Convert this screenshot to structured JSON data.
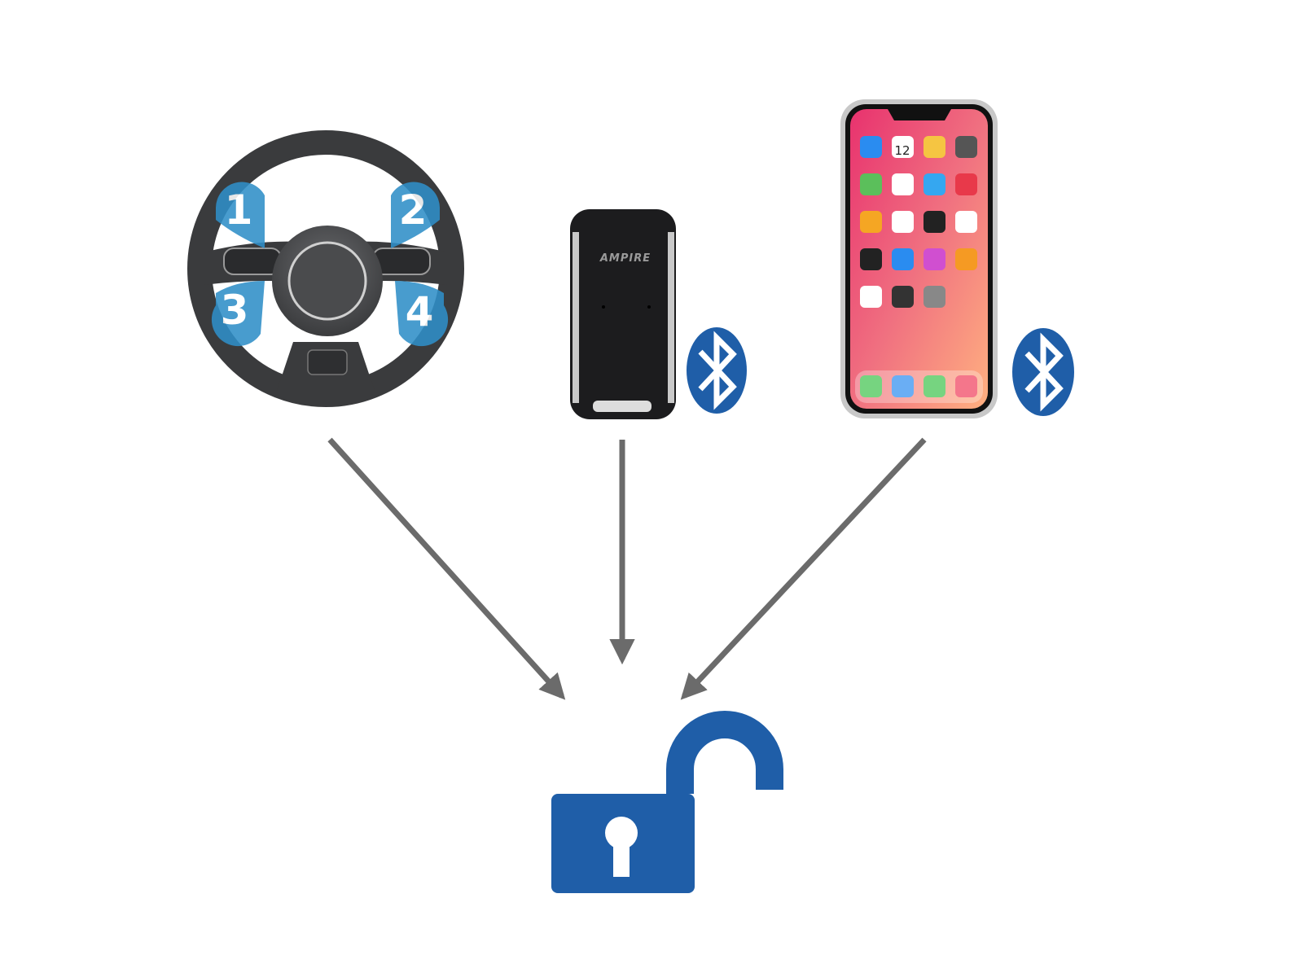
{
  "steering_wheel": {
    "buttons": [
      {
        "label": "1"
      },
      {
        "label": "2"
      },
      {
        "label": "3"
      },
      {
        "label": "4"
      }
    ],
    "button_color": "#2f8fc8"
  },
  "key_fob": {
    "brand_logo": "AMPIRE",
    "icon": "bluetooth-icon"
  },
  "smartphone": {
    "calendar_day": "12",
    "icon": "bluetooth-icon"
  },
  "result": {
    "icon": "unlocked-padlock-icon"
  },
  "colors": {
    "accent_blue": "#1f5ea8",
    "arrow_gray": "#6b6b6b",
    "wheel_dark": "#3a3b3d"
  }
}
